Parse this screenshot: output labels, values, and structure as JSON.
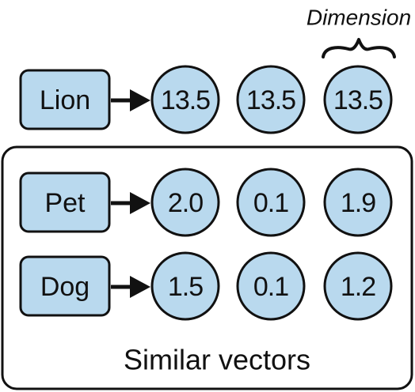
{
  "dimension_label": "Dimension",
  "rows": [
    {
      "word": "Lion",
      "values": [
        "13.5",
        "13.5",
        "13.5"
      ]
    },
    {
      "word": "Pet",
      "values": [
        "2.0",
        "0.1",
        "1.9"
      ]
    },
    {
      "word": "Dog",
      "values": [
        "1.5",
        "0.1",
        "1.2"
      ]
    }
  ],
  "group_caption": "Similar vectors",
  "colors": {
    "fill": "#b9d9ee",
    "stroke": "#111111"
  }
}
